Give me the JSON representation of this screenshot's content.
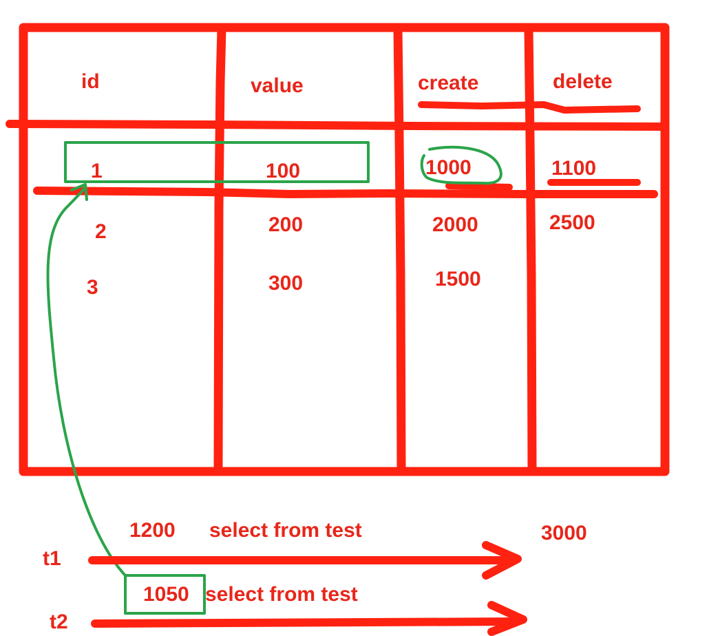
{
  "table": {
    "headers": {
      "id": "id",
      "value": "value",
      "create": "create",
      "delete": "delete"
    },
    "rows": [
      {
        "id": "1",
        "value": "100",
        "create": "1000",
        "delete": "1100"
      },
      {
        "id": "2",
        "value": "200",
        "create": "2000",
        "delete": "2500"
      },
      {
        "id": "3",
        "value": "300",
        "create": "1500",
        "delete": ""
      }
    ]
  },
  "timeline": {
    "t1": {
      "label": "t1",
      "start": "1200",
      "query": "select from test",
      "end": "3000"
    },
    "t2": {
      "label": "t2",
      "start": "1050",
      "query": "select from test"
    }
  },
  "colors": {
    "ink_red": "#ff2211",
    "text_red": "#e8261a",
    "ink_green": "#2aa44a",
    "background": "#ffffff"
  }
}
